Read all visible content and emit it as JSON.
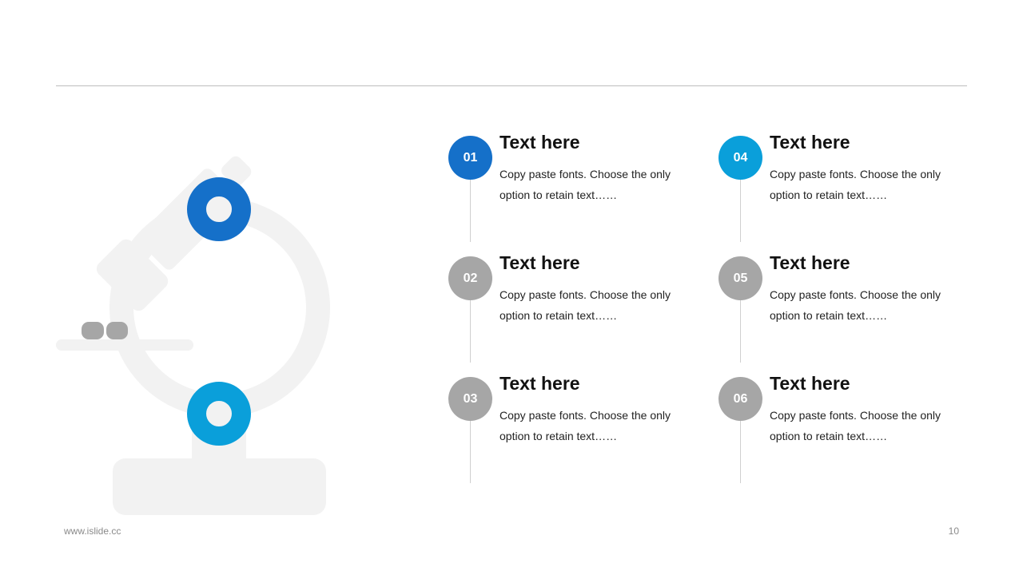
{
  "colors": {
    "blue_dark": "#1570C9",
    "blue_light": "#0A9FDA",
    "gray_badge": "#A6A6A6",
    "illustration_gray": "#F2F2F2",
    "slide_gray": "#A6A6A6"
  },
  "items": [
    {
      "number": "01",
      "title": "Text here",
      "desc": "Copy paste fonts. Choose the only option to retain text……",
      "color": "#1570C9"
    },
    {
      "number": "02",
      "title": "Text here",
      "desc": "Copy paste fonts. Choose the only option to retain text……",
      "color": "#A6A6A6"
    },
    {
      "number": "03",
      "title": "Text here",
      "desc": "Copy paste fonts. Choose the only option to retain text……",
      "color": "#A6A6A6"
    },
    {
      "number": "04",
      "title": "Text here",
      "desc": "Copy paste fonts. Choose the only option to retain text……",
      "color": "#0A9FDA"
    },
    {
      "number": "05",
      "title": "Text here",
      "desc": "Copy paste fonts. Choose the only option to retain text……",
      "color": "#A6A6A6"
    },
    {
      "number": "06",
      "title": "Text here",
      "desc": "Copy paste fonts. Choose the only option to retain text……",
      "color": "#A6A6A6"
    }
  ],
  "footer": {
    "url": "www.islide.cc",
    "page_number": "10"
  }
}
